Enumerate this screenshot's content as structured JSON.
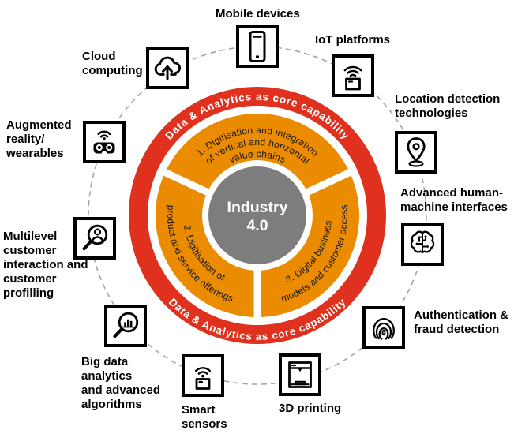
{
  "diagram": {
    "center": {
      "line1": "Industry",
      "line2": "4.0"
    },
    "red_ring": {
      "top_label": "Data & Analytics as core capability",
      "bottom_label": "Data & Analytics as core capability"
    },
    "segments": [
      {
        "lines": [
          "1. Digitisation and integration",
          "of vertical and horizontal",
          "value chains"
        ]
      },
      {
        "lines": [
          "2. Digitisation of",
          "product and service offerings"
        ]
      },
      {
        "lines": [
          "3. Digital business",
          "models and customer access"
        ]
      }
    ]
  },
  "technologies": [
    {
      "label": "Mobile devices",
      "icon": "smartphone-icon"
    },
    {
      "label": "IoT platforms",
      "icon": "wifi-box-icon"
    },
    {
      "label": "Location detection\ntechnologies",
      "icon": "map-pin-icon"
    },
    {
      "label": "Advanced human-\nmachine interfaces",
      "icon": "circuit-brain-icon"
    },
    {
      "label": "Authentication &\nfraud detection",
      "icon": "fingerprint-icon"
    },
    {
      "label": "3D printing",
      "icon": "3d-printer-icon"
    },
    {
      "label": "Smart\nsensors",
      "icon": "wifi-sensor-icon"
    },
    {
      "label": "Big data\nanalytics\nand advanced\nalgorithms",
      "icon": "magnifier-bar-chart-icon"
    },
    {
      "label": "Multilevel\ncustomer\ninteraction and\ncustomer\nprofilling",
      "icon": "magnifier-person-icon"
    },
    {
      "label": "Augmented\nreality/\nwearables",
      "icon": "vr-goggles-wifi-icon"
    },
    {
      "label": "Cloud\ncomputing",
      "icon": "cloud-upload-icon"
    }
  ],
  "colors": {
    "red": "#e0301e",
    "orange": "#eb8c00",
    "gray": "#7d7d7d",
    "dashed_gray": "#a6a6a6",
    "white": "#ffffff"
  }
}
